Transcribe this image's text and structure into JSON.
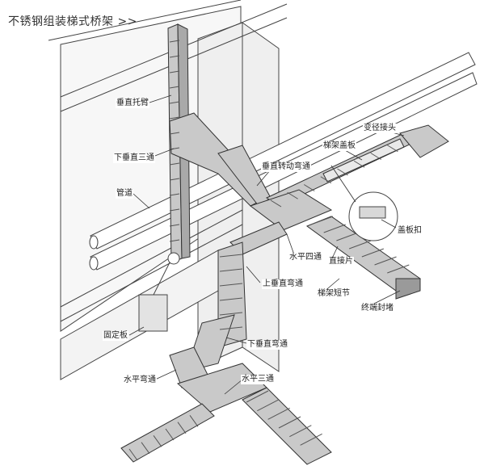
{
  "title": "不锈钢组装梯式桥架 >>",
  "labels": {
    "vertical_bracket": "垂直托臂",
    "lower_vertical_tee": "下垂直三通",
    "pipe": "管道",
    "fixing_plate": "固定板",
    "vertical_turn_elbow": "垂直转动弯通",
    "reducer_joint": "变径接头",
    "ladder_cover": "梯架盖板",
    "cover_clip": "盖板扣",
    "horizontal_cross": "水平四通",
    "straight_plate": "直接片",
    "upper_vertical_elbow": "上垂直弯通",
    "ladder_short_section": "梯架短节",
    "end_cap": "终端封堵",
    "lower_vertical_elbow": "下垂直弯通",
    "horizontal_elbow": "水平弯通",
    "horizontal_tee": "水平三通"
  },
  "colors": {
    "line": "#333333",
    "tray_fill": "#c9c9c9",
    "tray_dark": "#9a9a9a",
    "wall_fill": "#f2f2f2"
  }
}
